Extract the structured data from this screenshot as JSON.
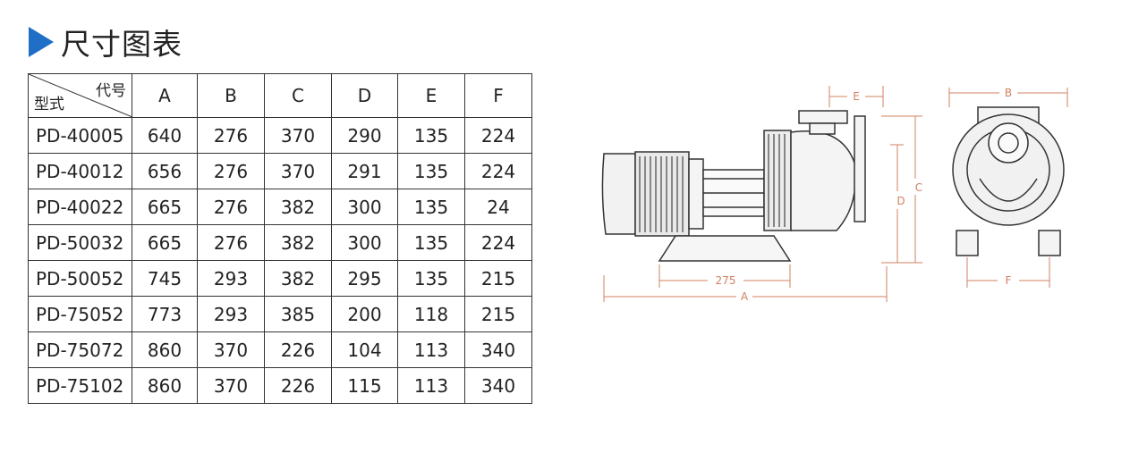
{
  "title": "尺寸图表",
  "table": {
    "corner": {
      "code_label": "代号",
      "type_label": "型式"
    },
    "columns": [
      "A",
      "B",
      "C",
      "D",
      "E",
      "F"
    ],
    "rows": [
      {
        "model": "PD-40005",
        "values": [
          "640",
          "276",
          "370",
          "290",
          "135",
          "224"
        ]
      },
      {
        "model": "PD-40012",
        "values": [
          "656",
          "276",
          "370",
          "291",
          "135",
          "224"
        ]
      },
      {
        "model": "PD-40022",
        "values": [
          "665",
          "276",
          "382",
          "300",
          "135",
          "24"
        ]
      },
      {
        "model": "PD-50032",
        "values": [
          "665",
          "276",
          "382",
          "300",
          "135",
          "224"
        ]
      },
      {
        "model": "PD-50052",
        "values": [
          "745",
          "293",
          "382",
          "295",
          "135",
          "215"
        ]
      },
      {
        "model": "PD-75052",
        "values": [
          "773",
          "293",
          "385",
          "200",
          "118",
          "215"
        ]
      },
      {
        "model": "PD-75072",
        "values": [
          "860",
          "370",
          "226",
          "104",
          "113",
          "340"
        ]
      },
      {
        "model": "PD-75102",
        "values": [
          "860",
          "370",
          "226",
          "115",
          "113",
          "340"
        ]
      }
    ]
  },
  "drawing": {
    "labels": {
      "a": "A",
      "b": "B",
      "c": "C",
      "d": "D",
      "e": "E",
      "f": "F",
      "base": "275"
    },
    "colors": {
      "dimension": "#d28060",
      "line": "#333333"
    }
  }
}
